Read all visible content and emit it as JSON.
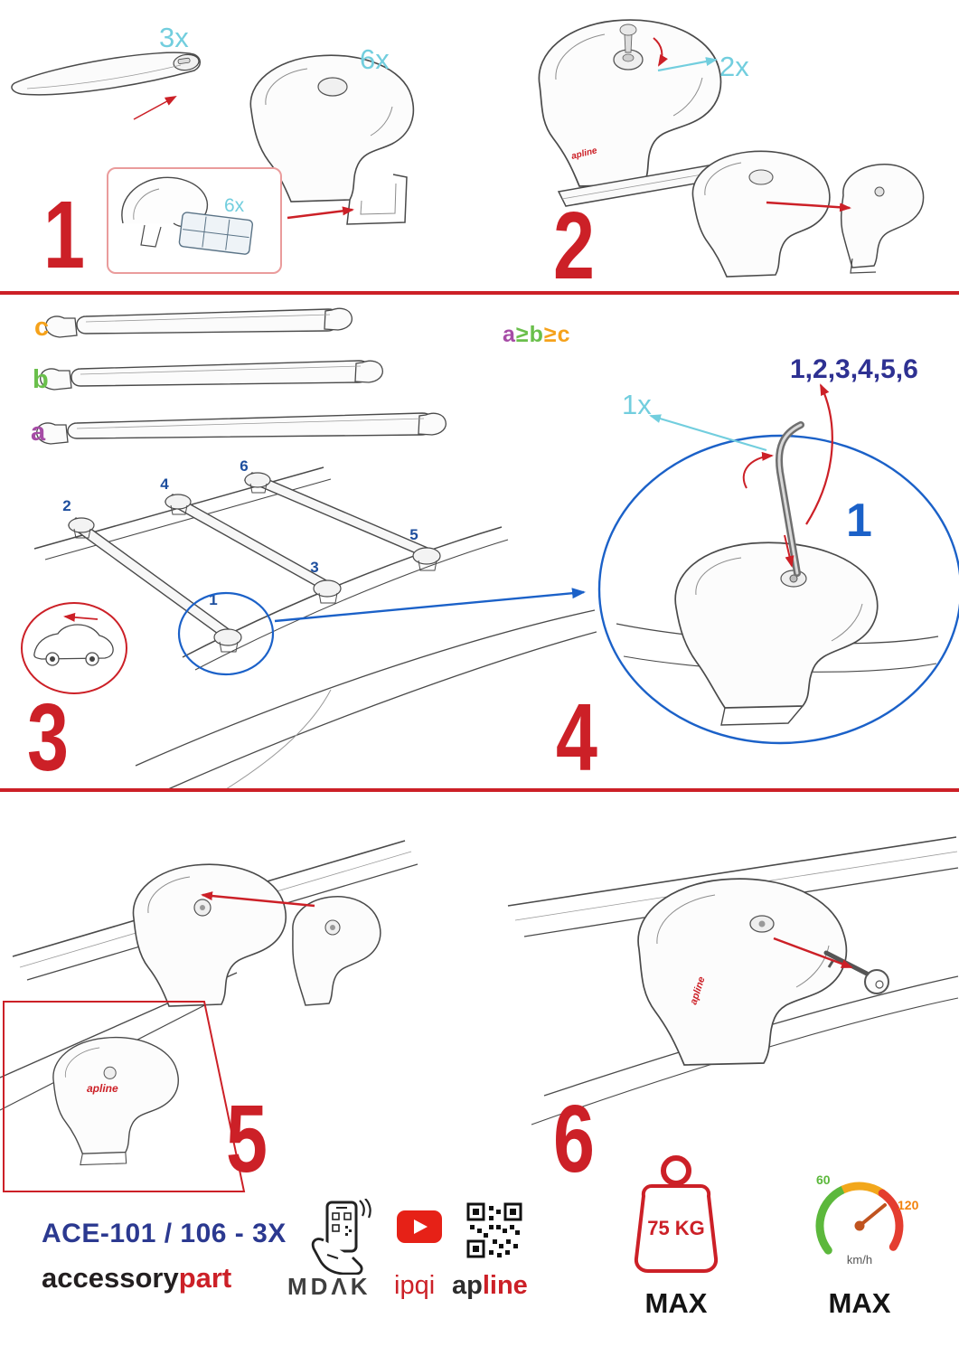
{
  "colors": {
    "accent_red": "#cc2027",
    "quantity_cyan": "#72cede",
    "highlight_blue": "#1b61c8",
    "navy_blue": "#2b3990",
    "sequence_blue": "#2e3192",
    "position_blue": "#1d4e9e",
    "green": "#6abf4b",
    "orange": "#f5a21b",
    "purple": "#a64ca6",
    "youtube_red": "#e62117"
  },
  "step1": {
    "number": "1",
    "bar_qty": "3x",
    "foot_qty": "6x",
    "inset_qty": "6x"
  },
  "step2": {
    "number": "2",
    "lock_qty": "2x"
  },
  "step3": {
    "number": "3",
    "bar_a": "a",
    "bar_b": "b",
    "bar_c": "c",
    "rule_a": "a",
    "rule_ge1": "≥",
    "rule_b": "b",
    "rule_ge2": "≥",
    "rule_c": "c",
    "positions": [
      "1",
      "2",
      "3",
      "4",
      "5",
      "6"
    ]
  },
  "step4": {
    "number": "4",
    "tool_qty": "1x",
    "sequence": "1,2,3,4,5,6",
    "start": "1"
  },
  "step5": {
    "number": "5"
  },
  "step6": {
    "number": "6"
  },
  "logo_apline": "apline",
  "footer": {
    "product_code": "ACE-101 / 106 - 3X",
    "brand_black": "accessory",
    "brand_red": "part",
    "mdak": "MDΛK",
    "ipqi": "ipqi",
    "apline_ap": "ap",
    "apline_line": "line",
    "weight": "75 KG",
    "weight_max": "MAX",
    "speed_low": "60",
    "speed_high": "120",
    "speed_unit": "km/h",
    "speed_max": "MAX"
  }
}
